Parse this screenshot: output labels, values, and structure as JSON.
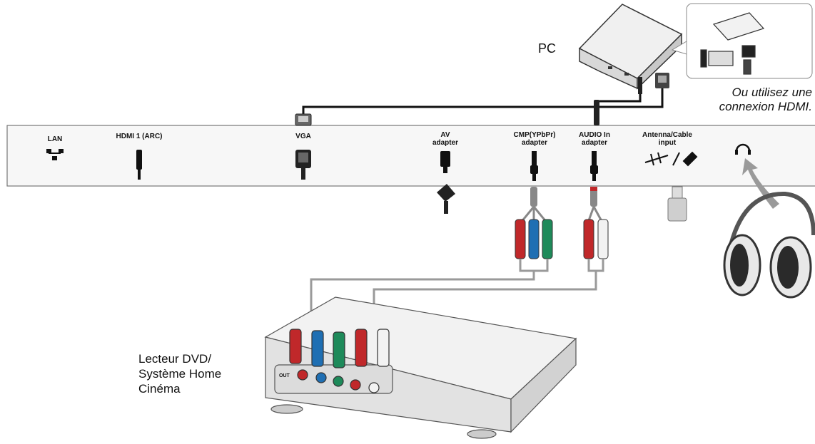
{
  "panel": {
    "ports": {
      "lan": "LAN",
      "hdmi1": "HDMI 1 (ARC)",
      "vga": "VGA",
      "av": "AV\nadapter",
      "cmp": "CMP(YPbPr)\nadapter",
      "audio_in": "AUDIO In\nadapter",
      "antenna": "Antenna/Cable\ninput"
    }
  },
  "labels": {
    "pc": "PC",
    "hdmi_note": "Ou utilisez une\nconnexion HDMI.",
    "dvd": "Lecteur DVD/\nSystème Home\nCinéma",
    "out": "OUT"
  },
  "colors": {
    "red": "#c0282a",
    "blue": "#1f6fb3",
    "green": "#1e8a5a",
    "white_plug": "#f2f2f2",
    "cable": "#9a9a9a",
    "panel_bg": "#f7f7f7"
  }
}
